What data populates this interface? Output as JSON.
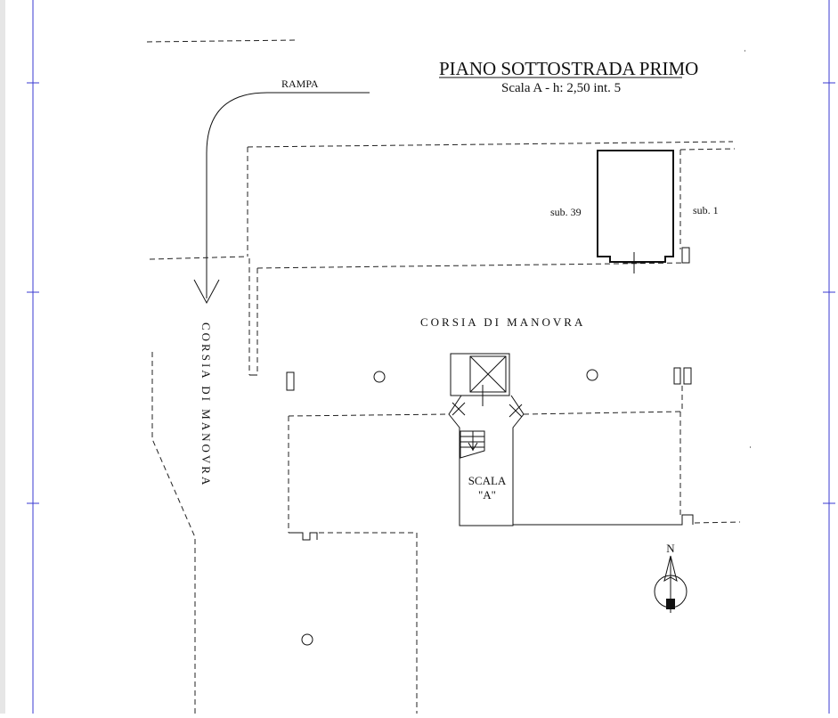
{
  "title": "PIANO SOTTOSTRADA PRIMO",
  "subtitle": "Scala A - h: 2,50 int. 5",
  "labels": {
    "rampa": "RAMPA",
    "sub39": "sub. 39",
    "sub1": "sub. 1",
    "corsia_horizontal": "CORSIA DI MANOVRA",
    "corsia_vertical": "CORSIA DI MANOVRA",
    "scala_line1": "SCALA",
    "scala_line2": "\"A\"",
    "north": "N"
  },
  "colors": {
    "frame": "#3a3ad0",
    "ink": "#111111",
    "page_gutter": "#e6e6e6"
  },
  "icons": [
    "north-arrow-icon",
    "ramp-arrow-icon",
    "stair-icon",
    "column-icon"
  ]
}
